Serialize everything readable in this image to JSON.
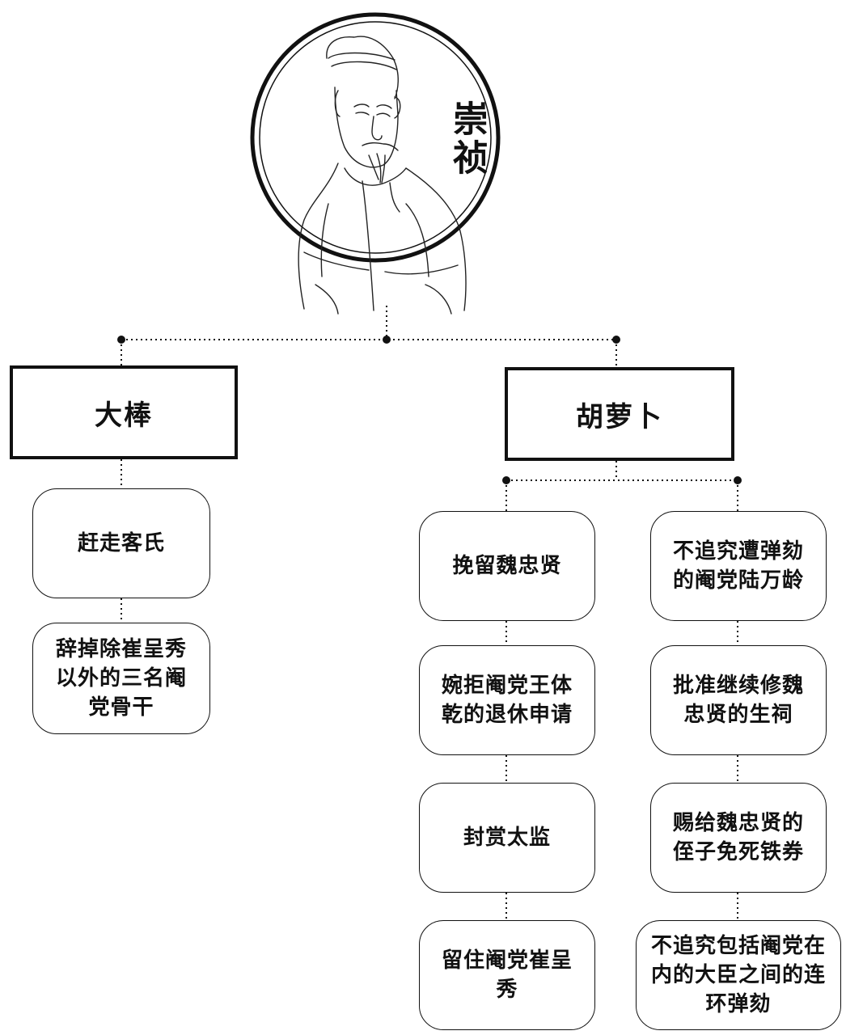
{
  "emperor": {
    "name": "崇祯"
  },
  "categories": {
    "stick": {
      "label": "大棒"
    },
    "carrot": {
      "label": "胡萝卜"
    }
  },
  "stick_items": [
    {
      "text": "赶走客氏"
    },
    {
      "text": "辞掉除崔呈秀以外的三名阉党骨干"
    }
  ],
  "carrot_left_items": [
    {
      "text": "挽留魏忠贤"
    },
    {
      "text": "婉拒阉党王体乾的退休申请"
    },
    {
      "text": "封赏太监"
    },
    {
      "text": "留住阉党崔呈秀"
    }
  ],
  "carrot_right_items": [
    {
      "text": "不追究遭弹劾的阉党陆万龄"
    },
    {
      "text": "批准继续修魏忠贤的生祠"
    },
    {
      "text": "赐给魏忠贤的侄子免死铁券"
    },
    {
      "text": "不追究包括阉党在内的大臣之间的连环弹劾"
    }
  ]
}
